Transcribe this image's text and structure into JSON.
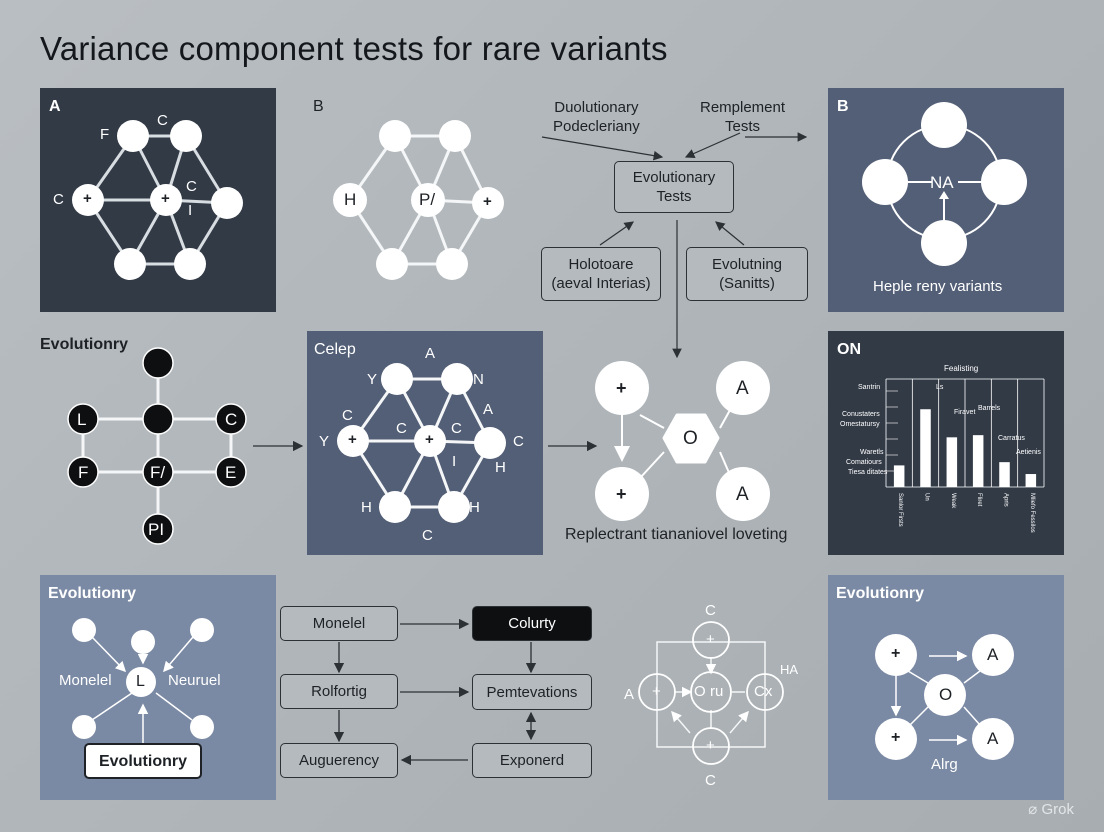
{
  "title": "Variance component tests for rare variants",
  "panels": {
    "top_left": {
      "label": "A",
      "nodes": [
        "F",
        "C",
        "C",
        "+",
        "+",
        "C",
        "I"
      ]
    },
    "top_mid": {
      "label": "B",
      "nodes": [
        "H",
        "P/",
        "+"
      ]
    },
    "flow_top": {
      "label_left": [
        "Duolutionary",
        "Podecleriany"
      ],
      "label_right": [
        "Remplement",
        "Tests"
      ],
      "center": [
        "Evolutionary",
        "Tests"
      ],
      "left_box": [
        "Holotoare",
        "(aeval Interias)"
      ],
      "right_box": [
        "Evolutning",
        "(Sanitts)"
      ]
    },
    "top_right": {
      "label": "B",
      "node_text": "NA",
      "caption": "Heple reny variants"
    },
    "mid_left": {
      "label": "Evolutionry",
      "nodes": [
        "L",
        "C",
        "F",
        "F/",
        "E",
        "PI"
      ]
    },
    "mid_center": {
      "label": "Celep",
      "labels": [
        "A",
        "Y",
        "N",
        "A",
        "C",
        "C",
        "C",
        "Y",
        "C",
        "+",
        "+",
        "I",
        "H",
        "H",
        "H",
        "C"
      ]
    },
    "mid_flow": {
      "nodes": [
        "+",
        "A",
        "O",
        "+",
        "A"
      ],
      "caption": "Replectrant tiananiovel loveting"
    },
    "mid_right": {
      "label": "ON",
      "chart_title": "Fealisting",
      "row_labels": [
        "Santrin",
        "Conustaters",
        "Omestatursy",
        "Waretls",
        "Comatiours",
        "Tiesa ditates"
      ],
      "col_labels": [
        "Sanlor Firsts",
        "Un",
        "Weak",
        "Fliret",
        "Apris",
        "Mliefo Fessilos"
      ],
      "col_headers": [
        "Ls",
        "Firavet",
        "Barrels",
        "Carratus",
        "Aetienis"
      ],
      "chart_data": {
        "type": "bar",
        "categories": [
          "Sanlor Firsts",
          "Un",
          "Weak",
          "Fliret",
          "Apris",
          "Mliefo Fessilos"
        ],
        "values": [
          0.2,
          0.72,
          0.46,
          0.48,
          0.23,
          0.12
        ]
      }
    },
    "bottom_left": {
      "label": "Evolutionry",
      "left_text": "Monelel",
      "right_text": "Neuruel",
      "center_node": "L",
      "button": "Evolutionry"
    },
    "bottom_flow": {
      "boxes": [
        "Monelel",
        "Colurty",
        "Rolfortig",
        "Pemtevations",
        "Auguerency",
        "Exponerd"
      ]
    },
    "bottom_circuit": {
      "labels": [
        "C",
        "+",
        "A",
        "+",
        "O",
        "ru",
        "Cx",
        "HA",
        "+",
        "C"
      ]
    },
    "bottom_right": {
      "label": "Evolutionry",
      "nodes": [
        "+",
        "A",
        "O",
        "+",
        "A"
      ],
      "caption": "Alrg"
    }
  },
  "watermark": "Grok"
}
